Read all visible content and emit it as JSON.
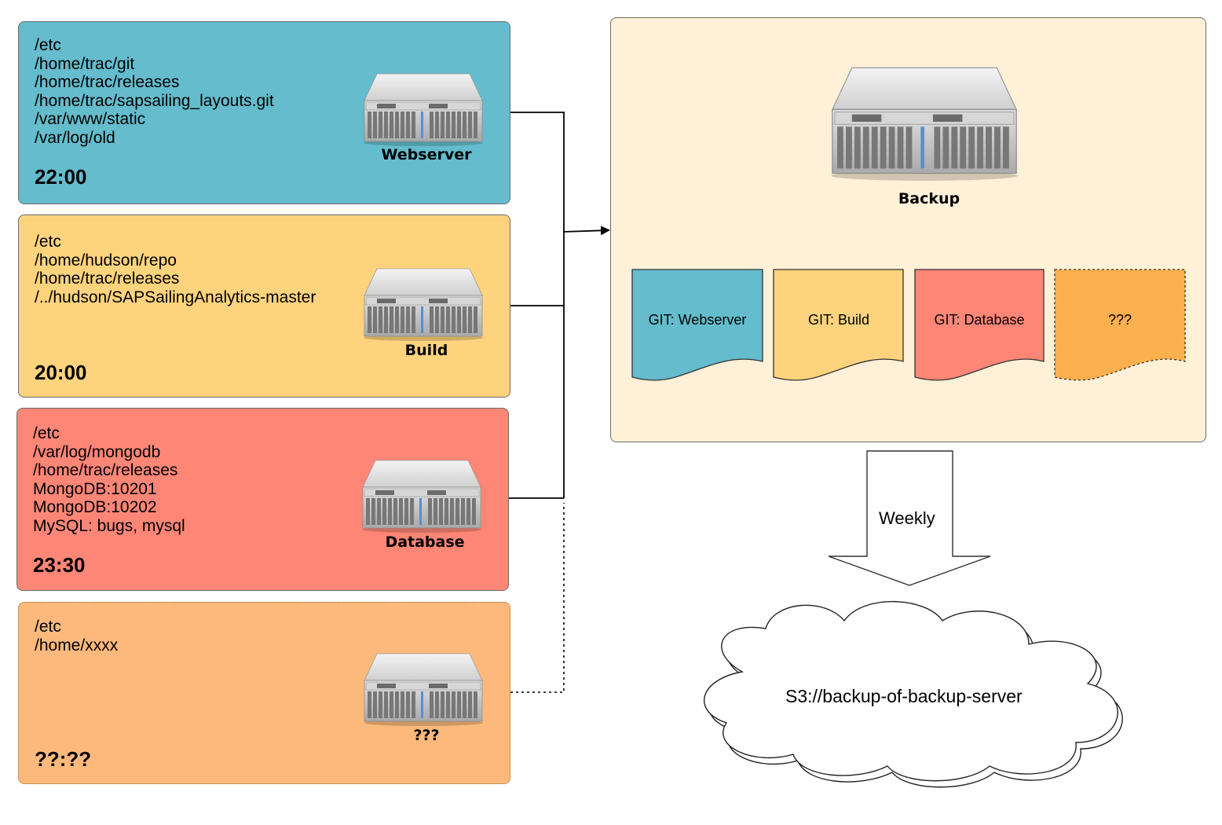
{
  "sources": [
    {
      "id": "webserver",
      "paths": [
        "/etc",
        "/home/trac/git",
        "/home/trac/releases",
        "/home/trac/sapsailing_layouts.git",
        "/var/www/static",
        "/var/log/old"
      ],
      "time": "22:00",
      "server_label": "Webserver",
      "color": "#64bccd"
    },
    {
      "id": "build",
      "paths": [
        "/etc",
        "/home/hudson/repo",
        "/home/trac/releases",
        "/../hudson/SAPSailingAnalytics-master"
      ],
      "time": "20:00",
      "server_label": "Build",
      "color": "#fdd37d"
    },
    {
      "id": "database",
      "paths": [
        "/etc",
        "/var/log/mongodb",
        "/home/trac/releases",
        "MongoDB:10201",
        "MongoDB:10202",
        "MySQL: bugs, mysql"
      ],
      "time": "23:30",
      "server_label": "Database",
      "color": "#fd8677"
    },
    {
      "id": "unknown",
      "paths": [
        "/etc",
        "/home/xxxx"
      ],
      "time": "??:??",
      "server_label": "???",
      "color": "#fcb97b"
    }
  ],
  "backup": {
    "server_label": "Backup",
    "color": "#fff1d8",
    "repos": [
      {
        "label": "GIT: Webserver",
        "color": "#64bccd"
      },
      {
        "label": "GIT: Build",
        "color": "#fdd37d"
      },
      {
        "label": "GIT: Database",
        "color": "#fd8677"
      },
      {
        "label": "???",
        "color": "#fcb04e"
      }
    ]
  },
  "transfer": {
    "label": "Weekly"
  },
  "cloud": {
    "label": "S3://backup-of-backup-server"
  }
}
